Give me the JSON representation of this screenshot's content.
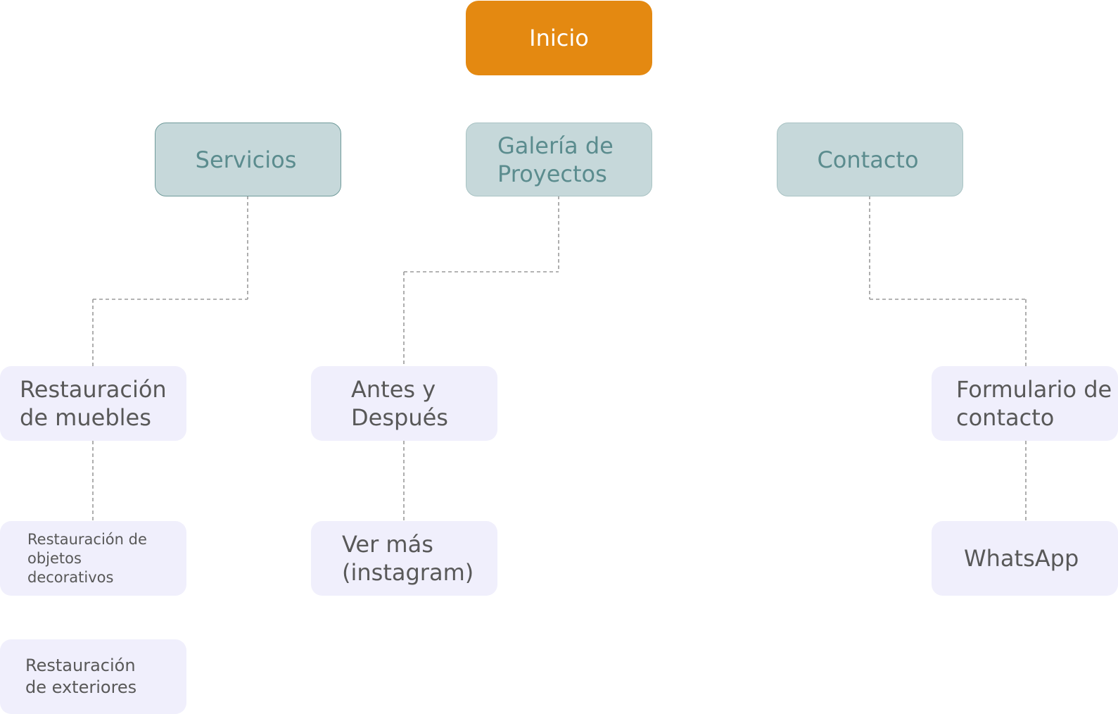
{
  "diagram": {
    "root": {
      "label": "Inicio"
    },
    "sections": {
      "servicios": {
        "label": "Servicios"
      },
      "galeria": {
        "label": "Galería de\nProyectos"
      },
      "contacto": {
        "label": "Contacto"
      }
    },
    "leaves": {
      "restauracion_muebles": {
        "label": "Restauración\nde muebles"
      },
      "restauracion_objetos": {
        "label": " Restauración de\nobjetos\ndecorativos"
      },
      "restauracion_exteriores": {
        "label": "Restauración\nde exteriores"
      },
      "antes_despues": {
        "label": "Antes y\nDespués"
      },
      "ver_mas": {
        "label": "Ver más\n(instagram)"
      },
      "formulario": {
        "label": "Formulario de\ncontacto"
      },
      "whatsapp": {
        "label": "WhatsApp"
      }
    },
    "colors": {
      "root": "#e48911",
      "section": "#c6d8da",
      "section_text": "#5b8c8e",
      "leaf": "#f0effc",
      "leaf_text": "#585858",
      "connector": "#9a9a9a"
    }
  }
}
